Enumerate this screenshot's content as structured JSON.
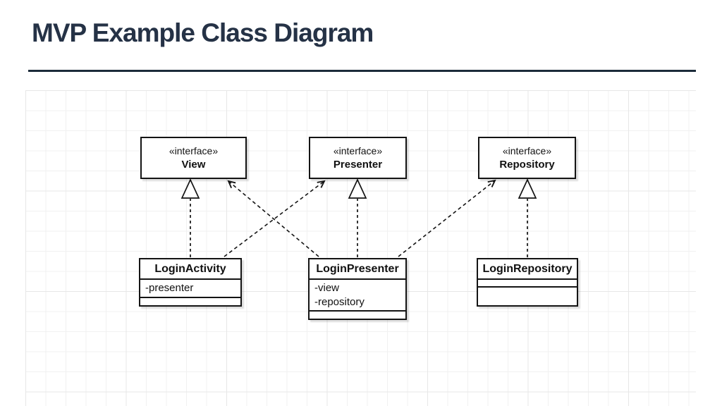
{
  "slide": {
    "title": "MVP Example Class Diagram"
  },
  "diagram": {
    "type": "uml-class-diagram",
    "interfaces": [
      {
        "stereotype": "«interface»",
        "name": "View"
      },
      {
        "stereotype": "«interface»",
        "name": "Presenter"
      },
      {
        "stereotype": "«interface»",
        "name": "Repository"
      }
    ],
    "classes": [
      {
        "name": "LoginActivity",
        "attributes": [
          "-presenter"
        ],
        "methods": []
      },
      {
        "name": "LoginPresenter",
        "attributes": [
          "-view",
          "-repository"
        ],
        "methods": []
      },
      {
        "name": "LoginRepository",
        "attributes": [],
        "methods": []
      }
    ],
    "relations": [
      {
        "from": "LoginActivity",
        "to": "View",
        "type": "realization",
        "line": "dashed",
        "arrowhead": "hollow-triangle"
      },
      {
        "from": "LoginActivity",
        "to": "Presenter",
        "type": "dependency",
        "line": "dashed",
        "arrowhead": "open"
      },
      {
        "from": "LoginPresenter",
        "to": "View",
        "type": "dependency",
        "line": "dashed",
        "arrowhead": "open"
      },
      {
        "from": "LoginPresenter",
        "to": "Presenter",
        "type": "realization",
        "line": "dashed",
        "arrowhead": "hollow-triangle"
      },
      {
        "from": "LoginPresenter",
        "to": "Repository",
        "type": "dependency",
        "line": "dashed",
        "arrowhead": "open"
      },
      {
        "from": "LoginRepository",
        "to": "Repository",
        "type": "realization",
        "line": "dashed",
        "arrowhead": "hollow-triangle"
      }
    ]
  },
  "colors": {
    "title": "#253246",
    "divider": "#1c2b3a",
    "shape_border": "#141414",
    "shape_fill": "#ffffff",
    "grid_minor": "#f1f1f1",
    "grid_major": "#e7e7e7",
    "background": "#ffffff"
  }
}
